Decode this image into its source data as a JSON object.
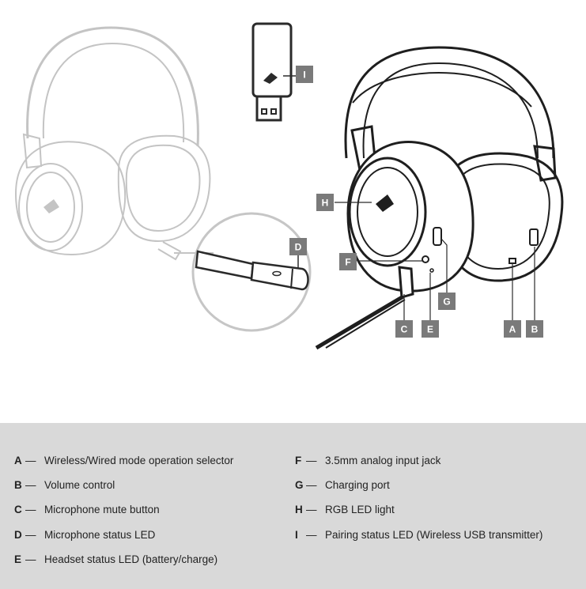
{
  "accent_gray": "#7a7a7a",
  "callouts": {
    "A": "A",
    "B": "B",
    "C": "C",
    "D": "D",
    "E": "E",
    "F": "F",
    "G": "G",
    "H": "H",
    "I": "I"
  },
  "legend": {
    "separator": "—",
    "items": [
      {
        "letter": "A",
        "text": "Wireless/Wired mode operation selector"
      },
      {
        "letter": "B",
        "text": "Volume control"
      },
      {
        "letter": "C",
        "text": "Microphone mute button"
      },
      {
        "letter": "D",
        "text": "Microphone status LED"
      },
      {
        "letter": "E",
        "text": "Headset status LED (battery/charge)"
      },
      {
        "letter": "F",
        "text": "3.5mm analog input jack"
      },
      {
        "letter": "G",
        "text": "Charging port"
      },
      {
        "letter": "H",
        "text": "RGB LED light"
      },
      {
        "letter": "I",
        "text": "Pairing status LED (Wireless USB transmitter)"
      }
    ]
  }
}
